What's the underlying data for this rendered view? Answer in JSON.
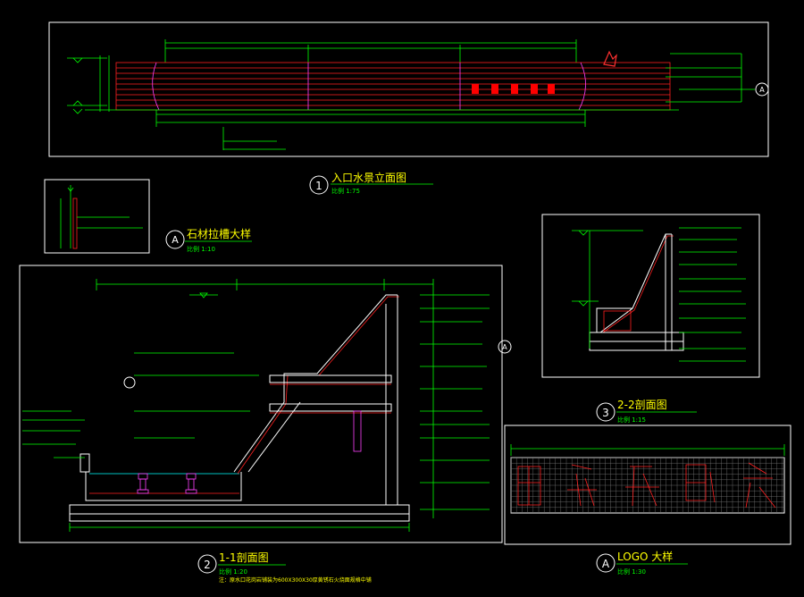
{
  "views": {
    "elevation": {
      "number": "1",
      "title": "入口水景立面图",
      "scale": "比例 1:75"
    },
    "stone_detail": {
      "number": "A",
      "title": "石材拉槽大样",
      "scale": "比例 1:10"
    },
    "section_1": {
      "number": "2",
      "title": "1-1剖面图",
      "scale": "比例 1:20",
      "note": "注：原水口花岗岩铺装为600X300X30厚黄锈石火烧面规格中铺"
    },
    "section_2": {
      "number": "3",
      "title": "2-2剖面图",
      "scale": "比例 1:15"
    },
    "logo": {
      "number": "A",
      "title": "LOGO 大样",
      "scale": "比例 1:30"
    }
  },
  "markers": {
    "section_a": "A"
  },
  "colors": {
    "background": "#000000",
    "frame": "#ffffff",
    "dimension": "#00ff00",
    "material": "#ff2020",
    "hatch": "#ff40ff"
  }
}
